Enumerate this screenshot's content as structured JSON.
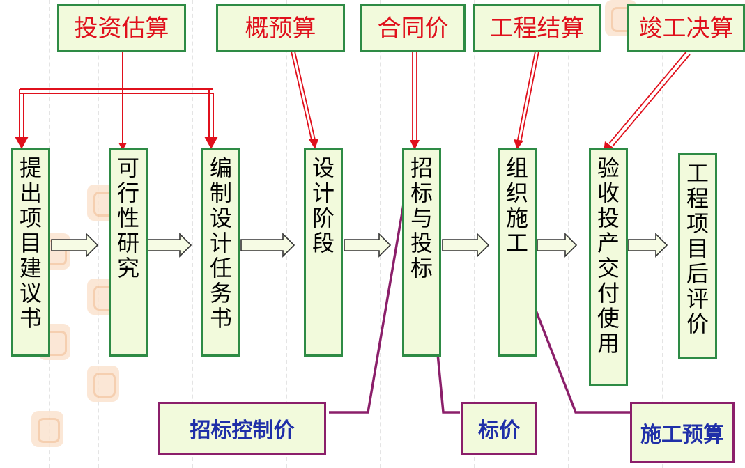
{
  "top_costs": [
    "投资估算",
    "概预算",
    "合同价",
    "工程结算",
    "竣工决算"
  ],
  "stages": [
    "提出项目建议书",
    "可行性研究",
    "编制设计任务书",
    "设计阶段",
    "招标与投标",
    "组织施工",
    "验收投产交付使用",
    "工程项目后评价"
  ],
  "bottom_prices": [
    "招标控制价",
    "标价",
    "施工预算"
  ],
  "colors": {
    "box_fill": "#f2fadc",
    "box_border": "#2e8b45",
    "top_text": "#e0101c",
    "bottom_text": "#1f2fa8",
    "bottom_border": "#8b1f6a",
    "red_arrow": "#e0101c",
    "purple_line": "#8b1f6a"
  }
}
